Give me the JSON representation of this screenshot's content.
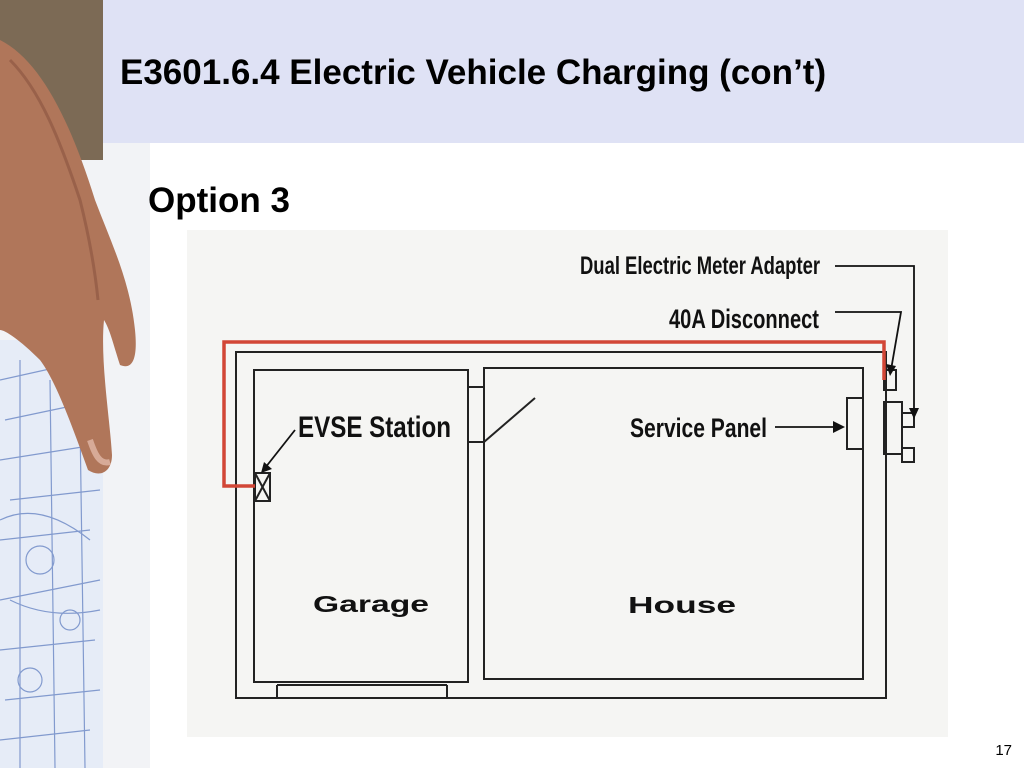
{
  "slide": {
    "title": "E3601.6.4  Electric Vehicle Charging (con’t)",
    "subtitle": "Option 3",
    "page_number": "17"
  },
  "diagram": {
    "labels": {
      "meter_adapter": "Dual Electric Meter Adapter",
      "disconnect": "40A Disconnect",
      "evse": "EVSE Station",
      "service_panel": "Service Panel",
      "garage": "Garage",
      "house": "House"
    },
    "colors": {
      "wire": "#d24636",
      "title_bar": "#dfe2f5",
      "background": "#f5f5f3"
    }
  }
}
